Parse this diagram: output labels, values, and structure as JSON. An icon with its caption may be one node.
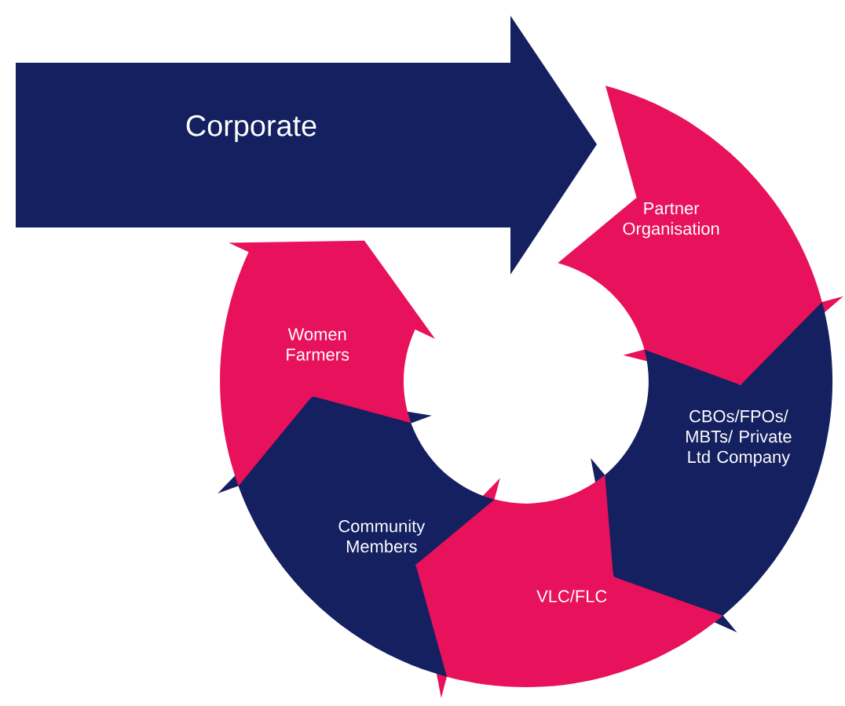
{
  "diagram": {
    "nodes": [
      {
        "text": [
          "Corporate"
        ]
      },
      {
        "text": [
          "Partner Organisation"
        ]
      },
      {
        "text": [
          "CBOs/FPOs/ MBTs/ Private Ltd Company"
        ]
      },
      {
        "text": [
          "VLC/FLC"
        ]
      },
      {
        "text": [
          "Community Members"
        ]
      },
      {
        "text": [
          "Women Farmers"
        ]
      }
    ]
  }
}
